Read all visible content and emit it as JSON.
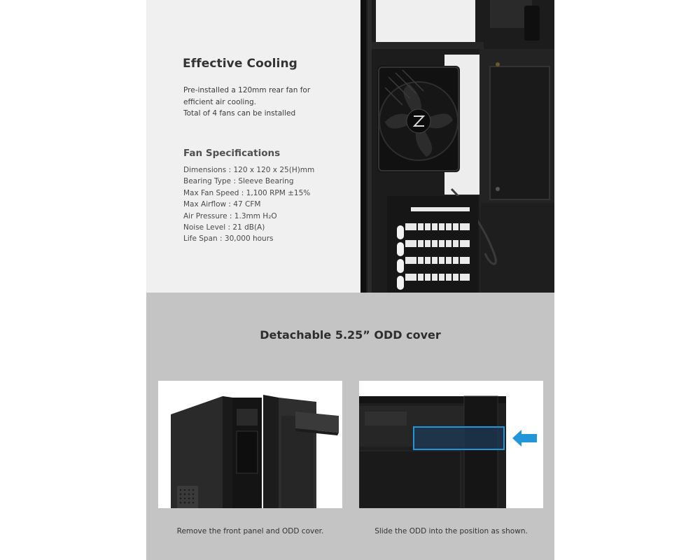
{
  "cooling": {
    "title": "Effective Cooling",
    "description_lines": [
      "Pre-installed a 120mm rear fan for",
      "efficient air cooling.",
      "Total of 4 fans can be installed"
    ]
  },
  "fan_specs": {
    "title": "Fan Specifications",
    "items": [
      "Dimensions : 120 x 120 x 25(H)mm",
      "Bearing Type : Sleeve Bearing",
      "Max Fan Speed : 1,100 RPM ±15%",
      "Max Airflow : 47 CFM",
      "Air Pressure : 1.3mm H₂O",
      "Noise Level : 21 dB(A)",
      "Life Span : 30,000 hours"
    ]
  },
  "odd": {
    "title": "Detachable 5.25” ODD cover",
    "captions": [
      "Remove the front panel and ODD cover.",
      "Slide the ODD into the position as shown."
    ]
  },
  "colors": {
    "top_background": "#f0f0f0",
    "bottom_background": "#c4c4c4",
    "highlight_blue": "#2196d8"
  },
  "icons": [
    "fan-icon",
    "arrow-left-icon"
  ]
}
